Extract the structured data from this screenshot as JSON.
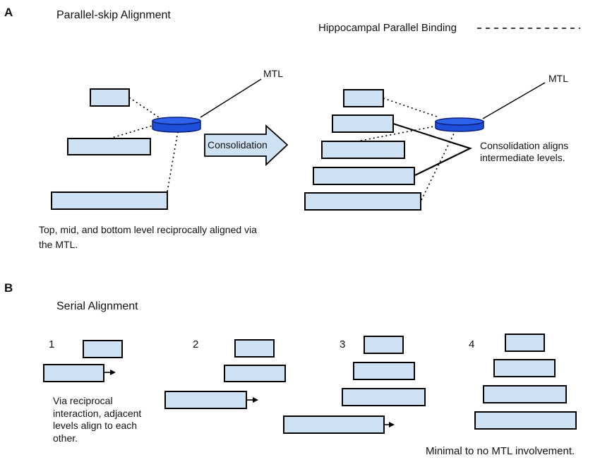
{
  "panel_a": {
    "letter": "A",
    "title": "Parallel-skip Alignment",
    "legend_label": "Hippocampal Parallel Binding",
    "mtl_left": "MTL",
    "mtl_right": "MTL",
    "arrow_label": "Consolidation",
    "consolidation_note_line1": "Consolidation aligns",
    "consolidation_note_line2": "intermediate levels.",
    "caption_line1": "Top, mid, and bottom level reciprocally aligned via",
    "caption_line2": "the MTL."
  },
  "panel_b": {
    "letter": "B",
    "title": "Serial Alignment",
    "steps": [
      "1",
      "2",
      "3",
      "4"
    ],
    "note_line1": "Via reciprocal",
    "note_line2": "interaction, adjacent",
    "note_line3": "levels align to each",
    "note_line4": "other.",
    "footer": "Minimal to no MTL involvement."
  },
  "colors": {
    "block_fill": "#cfe2f3",
    "mtl_fill": "#1e4fd8",
    "mtl_stroke": "#0b1f7a",
    "arrow_fill": "#cfe2f3"
  }
}
